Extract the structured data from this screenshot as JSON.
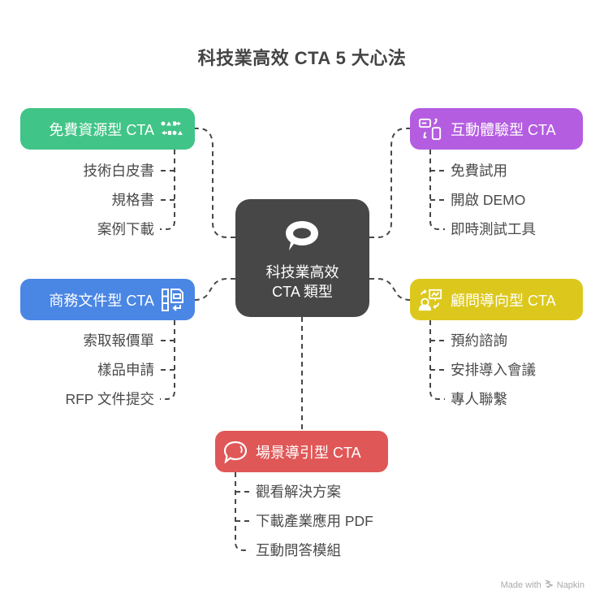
{
  "title": "科技業高效 CTA 5 大心法",
  "center": {
    "icon": "speech-bubble-icon",
    "line1": "科技業高效",
    "line2": "CTA 類型"
  },
  "branches": [
    {
      "id": "free-resource",
      "label": "免費資源型 CTA",
      "icon": "shapes-exchange-icon",
      "color": "#41C487",
      "items": [
        "技術白皮書",
        "規格書",
        "案例下載"
      ]
    },
    {
      "id": "interactive",
      "label": "互動體驗型 CTA",
      "icon": "device-switch-icon",
      "color": "#B45DE0",
      "items": [
        "免費試用",
        "開啟 DEMO",
        "即時測試工具"
      ]
    },
    {
      "id": "business-docs",
      "label": "商務文件型 CTA",
      "icon": "document-return-icon",
      "color": "#4A86E4",
      "items": [
        "索取報價單",
        "樣品申請",
        "RFP 文件提交"
      ]
    },
    {
      "id": "consulting",
      "label": "顧問導向型 CTA",
      "icon": "consultant-presentation-icon",
      "color": "#DCC81D",
      "items": [
        "預約諮詢",
        "安排導入會議",
        "專人聯繫"
      ]
    },
    {
      "id": "scenario",
      "label": "場景導引型 CTA",
      "icon": "chat-bubble-icon",
      "color": "#E05757",
      "items": [
        "觀看解決方案",
        "下載產業應用 PDF",
        "互動問答模組"
      ]
    }
  ],
  "footer": {
    "text": "Made with",
    "brand": "Napkin",
    "icon": "napkin-logo-icon"
  }
}
